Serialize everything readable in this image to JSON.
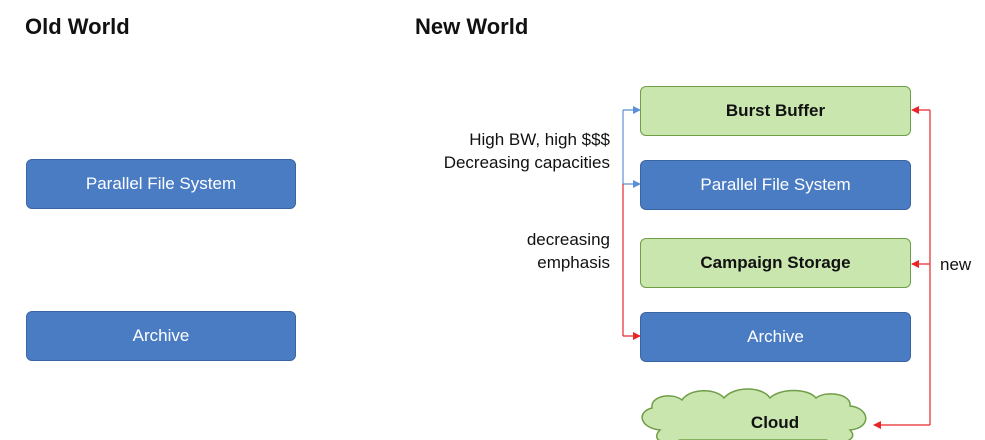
{
  "old_world": {
    "title": "Old World",
    "boxes": [
      "Parallel File System",
      "Archive"
    ]
  },
  "new_world": {
    "title": "New World",
    "boxes": [
      "Burst Buffer",
      "Parallel File System",
      "Campaign Storage",
      "Archive",
      "Cloud"
    ],
    "annotations": {
      "bandwidth_line1": "High BW, high $$$",
      "bandwidth_line2": "Decreasing capacities",
      "emphasis_line1": "decreasing",
      "emphasis_line2": "emphasis",
      "new_label": "new"
    }
  },
  "colors": {
    "blue_box": "#4a7cc4",
    "green_box": "#c9e6ae",
    "red_arrow": "#e8262a",
    "blue_arrow": "#5b8fd6"
  }
}
